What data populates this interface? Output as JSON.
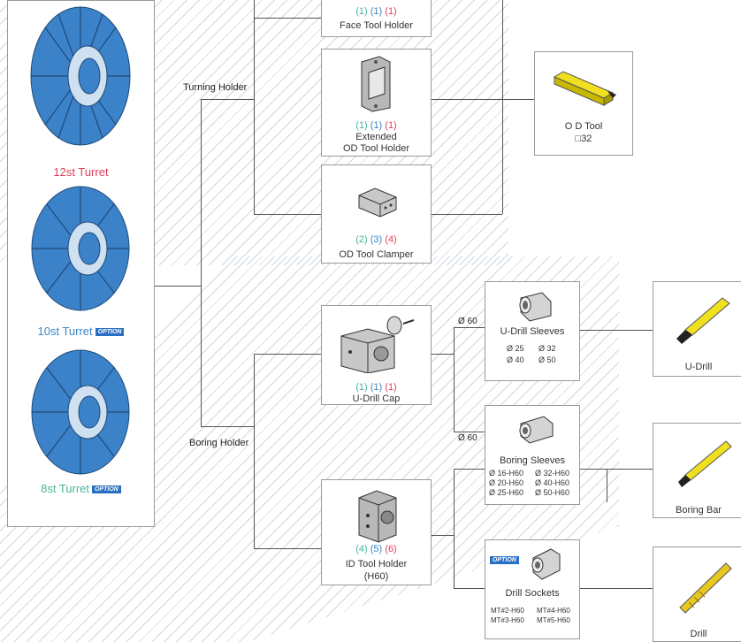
{
  "turrets": [
    {
      "name": "12st Turret",
      "color": "#e0405a",
      "option": false
    },
    {
      "name": "10st Turret",
      "color": "#3a86c4",
      "option": true
    },
    {
      "name": "8st Turret",
      "color": "#4ab39a",
      "option": true
    }
  ],
  "option_label": "OPTION",
  "branches": {
    "turning": "Turning Holder",
    "boring": "Boring Holder"
  },
  "holders": {
    "face": {
      "nums": [
        "(1)",
        "(1)",
        "(1)"
      ],
      "label": "Face  Tool Holder"
    },
    "extended": {
      "nums": [
        "(1)",
        "(1)",
        "(1)"
      ],
      "label1": "Extended",
      "label2": "OD  Tool Holder"
    },
    "clamper": {
      "nums": [
        "(2)",
        "(3)",
        "(4)"
      ],
      "label": "OD Tool Clamper"
    },
    "udrill_cap": {
      "nums": [
        "(1)",
        "(1)",
        "(1)"
      ],
      "label": "U-Drill Cap"
    },
    "id_holder": {
      "nums": [
        "(4)",
        "(5)",
        "(6)"
      ],
      "label1": "ID Tool Holder",
      "label2": "(H60)"
    }
  },
  "od_tool": {
    "label": "O D  Tool",
    "size": "□32"
  },
  "sleeves": {
    "udrill": {
      "dia": "Ø 60",
      "label": "U-Drill Sleeves",
      "specs": [
        "Ø 25",
        "Ø 32",
        "Ø 40",
        "Ø 50"
      ]
    },
    "boring": {
      "dia": "Ø 60",
      "label": "Boring  Sleeves",
      "specs": [
        "Ø 16-H60",
        "Ø 32-H60",
        "Ø 20-H60",
        "Ø 40-H60",
        "Ø 25-H60",
        "Ø 50-H60"
      ]
    },
    "drill": {
      "label": "Drill Sockets",
      "specs": [
        "MT#2-H60",
        "MT#4-H60",
        "MT#3-H60",
        "MT#5-H60"
      ]
    }
  },
  "tools": {
    "udrill": "U-Drill",
    "boring_bar": "Boring Bar",
    "drill": "Drill"
  }
}
